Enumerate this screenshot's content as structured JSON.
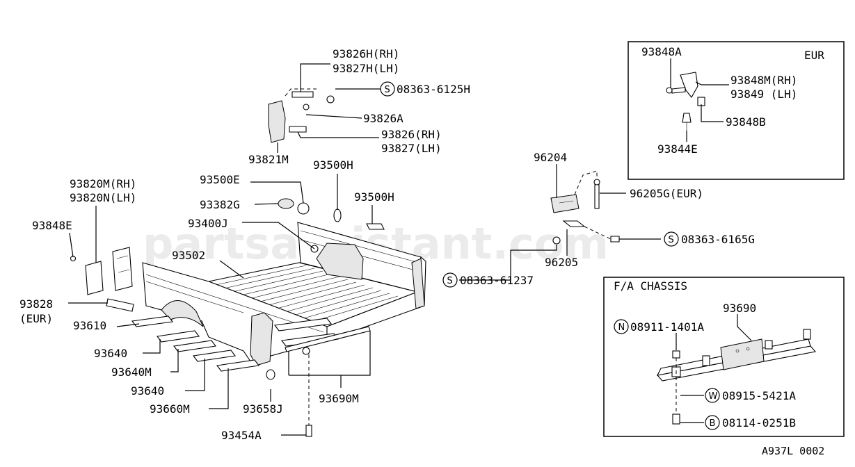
{
  "watermark": "partsassistant.com",
  "drawing_code": "A937L 0002",
  "inset_eur": {
    "title": "EUR",
    "labels": {
      "p93848A": "93848A",
      "p93848M": "93848M(RH)",
      "p93849": "93849  (LH)",
      "p93848B": "93848B",
      "p93844E": "93844E"
    }
  },
  "inset_chassis": {
    "title": "F/A CHASSIS",
    "labels": {
      "p93690": "93690",
      "n08911": "08911-1401A",
      "w08915": "08915-5421A",
      "b08114": "08114-0251B"
    },
    "symbols": {
      "n": "N",
      "w": "W",
      "b": "B"
    }
  },
  "symbol_s": "S",
  "labels": {
    "p93826H": "93826H(RH)",
    "p93827H": "93827H(LH)",
    "s08363_6125H": "08363-6125H",
    "p93826A": "93826A",
    "p93826": "93826(RH)",
    "p93827": "93827(LH)",
    "p93821M": "93821M",
    "p93500E": "93500E",
    "p93500H_a": "93500H",
    "p93500H_b": "93500H",
    "p93382G": "93382G",
    "p93400J": "93400J",
    "p93502": "93502",
    "p93820M": "93820M(RH)",
    "p93820N": "93820N(LH)",
    "p93848E": "93848E",
    "p93828": "93828",
    "p93828_eur": "(EUR)",
    "p93610": "93610",
    "p93640_a": "93640",
    "p93640M": "93640M",
    "p93640_b": "93640",
    "p93660M": "93660M",
    "p93658J": "93658J",
    "p93454A": "93454A",
    "p93690M": "93690M",
    "p96204": "96204",
    "p96205G": "96205G(EUR)",
    "s08363_6165G": "08363-6165G",
    "p96205": "96205",
    "s08363_61237": "08363-61237"
  }
}
